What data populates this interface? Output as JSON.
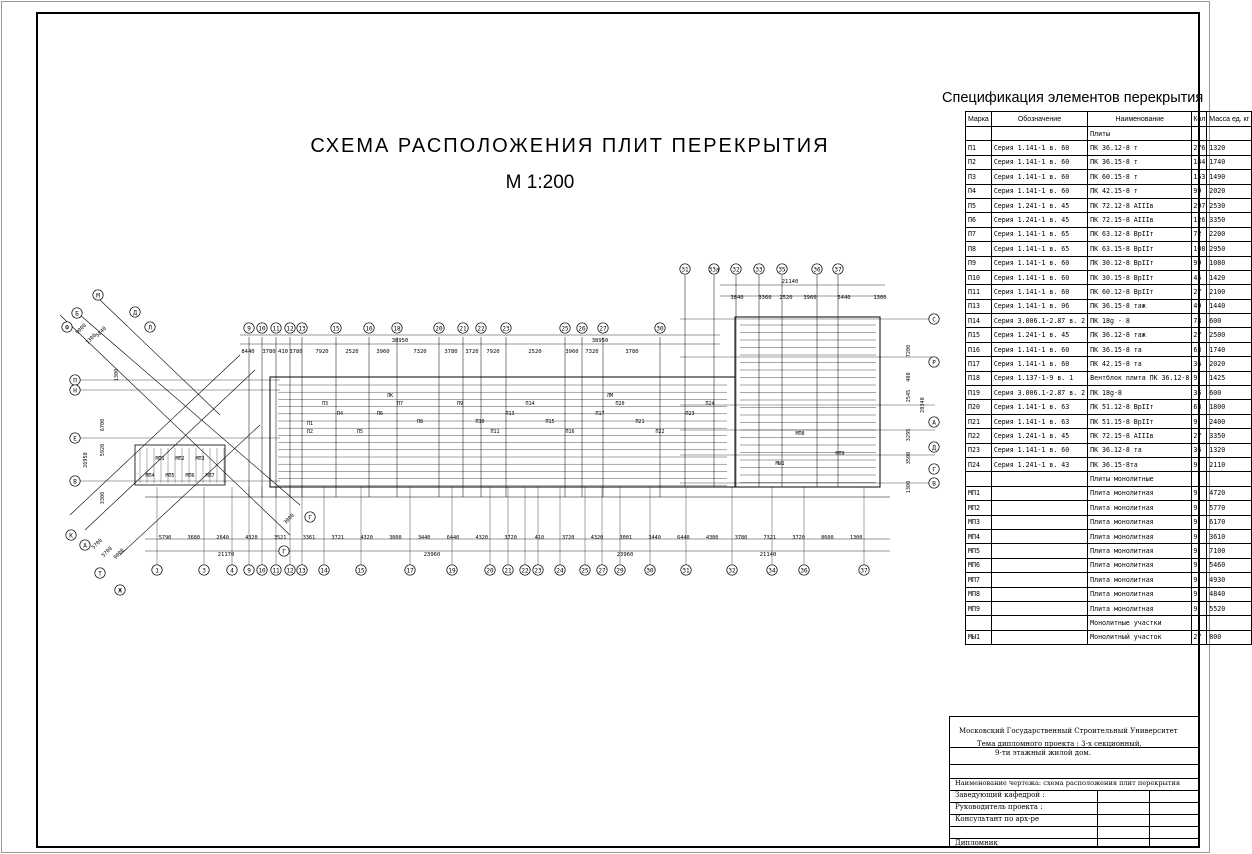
{
  "title": "СХЕМА  РАСПОЛОЖЕНИЯ  ПЛИТ  ПЕРЕКРЫТИЯ",
  "scale": "М 1:200",
  "spec": {
    "title": "Спецификация элементов перекрытия",
    "headers": [
      "Марка",
      "Обозначение",
      "Наименование",
      "Кол",
      "Масса ед. кг"
    ],
    "section_plates": "Плиты",
    "section_monolith_plates": "Плиты монолитные",
    "section_monolith_sections": "Монолитные участки",
    "rows": [
      [
        "П1",
        "Серия 1.141-1 в. 60",
        "ПК 36.12-8 т",
        "276",
        "1320"
      ],
      [
        "П2",
        "Серия 1.141-1 в. 60",
        "ПК 36.15-8 т",
        "144",
        "1740"
      ],
      [
        "П3",
        "Серия 1.141-1 в. 60",
        "ПК 60.15-8 т",
        "153",
        "1490"
      ],
      [
        "П4",
        "Серия 1.141-1 в. 60",
        "ПК 42.15-8 т",
        "99",
        "2020"
      ],
      [
        "П5",
        "Серия 1.241-1 в. 45",
        "ПК 72.12-8 АIIIв",
        "297",
        "2530"
      ],
      [
        "П6",
        "Серия 1.241-1 в. 45",
        "ПК 72.15-8 АIIIв",
        "126",
        "3350"
      ],
      [
        "П7",
        "Серия 1.141-1 в. 65",
        "ПК 63.12-8 ВрIIт",
        "72",
        "2200"
      ],
      [
        "П8",
        "Серия 1.141-1 в. 65",
        "ПК 63.15-8 ВрIIт",
        "108",
        "2950"
      ],
      [
        "П9",
        "Серия 1.141-1 в. 60",
        "ПК 30.12-8 ВрIIт",
        "99",
        "1080"
      ],
      [
        "П10",
        "Серия 1.141-1 в. 60",
        "ПК 30.15-8 ВрIIт",
        "45",
        "1420"
      ],
      [
        "П11",
        "Серия 1.141-1 в. 60",
        "ПК 60.12-8 ВрIIт",
        "27",
        "2100"
      ],
      [
        "П13",
        "Серия 1.141-1 в. 06",
        "ПК 36.15-8 таж",
        "49",
        "1440"
      ],
      [
        "П14",
        "Серия 3.006.1-2.87 в. 2",
        "ПК 18g - 8",
        "78",
        "600"
      ],
      [
        "П15",
        "Серия 1.241-1 в. 45",
        "ПК 36.12-8 таж",
        "27",
        "2500"
      ],
      [
        "П16",
        "Серия 1.141-1 в. 60",
        "ПК 36.15-8 та",
        "63",
        "1740"
      ],
      [
        "П17",
        "Серия 1.141-1 в. 60",
        "ПК 42.15-8 та",
        "36",
        "2020"
      ],
      [
        "П18",
        "Серия 1.137-1-9 в. 1",
        "Вентблок плита ПК 36.12-8",
        "9",
        "1425"
      ],
      [
        "П19",
        "Серия 3.006.1-2.87 в. 2",
        "ПК 18g-8",
        "35",
        "600"
      ],
      [
        "П20",
        "Серия 1.141-1 в. 63",
        "ПК 51.12-8 ВрIIт",
        "63",
        "1800"
      ],
      [
        "П21",
        "Серия 1.141-1 в. 63",
        "ПК 51.15-8 ВрIIт",
        "9",
        "2400"
      ],
      [
        "П22",
        "Серия 1.241-1 в. 45",
        "ПК 72.15-8 АIIIв",
        "27",
        "3350"
      ],
      [
        "П23",
        "Серия 1.141-1 в. 60",
        "ПК 36.12-8 та",
        "36",
        "1320"
      ],
      [
        "П24",
        "Серия 1.241-1 в. 43",
        "ПК 36.15-8та",
        "9",
        "2110"
      ]
    ],
    "monolith_rows": [
      [
        "МП1",
        "",
        "Плита монолитная",
        "9",
        "4720"
      ],
      [
        "МП2",
        "",
        "Плита монолитная",
        "9",
        "5770"
      ],
      [
        "МП3",
        "",
        "Плита монолитная",
        "9",
        "6170"
      ],
      [
        "МП4",
        "",
        "Плита монолитная",
        "9",
        "3610"
      ],
      [
        "МП5",
        "",
        "Плита монолитная",
        "9",
        "7100"
      ],
      [
        "МП6",
        "",
        "Плита монолитная",
        "9",
        "5460"
      ],
      [
        "МП7",
        "",
        "Плита монолитная",
        "9",
        "4930"
      ],
      [
        "МП8",
        "",
        "Плита монолитная",
        "9",
        "4840"
      ],
      [
        "МП9",
        "",
        "Плита монолитная",
        "9",
        "5520"
      ]
    ],
    "monolith_section_row": [
      "МЫ1",
      "",
      "Монолитный участок",
      "27",
      "800"
    ]
  },
  "stamp": {
    "university": "Московский Государственный Строительный Университет",
    "project_line1": "Тема дипломного проекта : 3-х секционный,",
    "project_line2": "9-ти этажный жилой дом.",
    "drawing_name": "Наименование чертежа: схема расположения плит перекрытия",
    "row1": "Заведующий кафедрой :",
    "row2": "Руководитель проекта :",
    "row3": "Консультант по арх-ре",
    "row4": "Дипломник"
  },
  "axes": {
    "bottom": [
      "1",
      "3",
      "4",
      "9",
      "10",
      "11",
      "12",
      "13",
      "14",
      "15",
      "17",
      "19",
      "20",
      "21",
      "22",
      "23",
      "24",
      "25",
      "27",
      "29",
      "30",
      "31",
      "32",
      "34",
      "36",
      "37"
    ],
    "top_main": [
      "9",
      "10",
      "11",
      "12",
      "13",
      "15",
      "16",
      "18",
      "20",
      "21",
      "22",
      "23",
      "25",
      "26",
      "27",
      "30"
    ],
    "top_right": [
      "31",
      "33a",
      "32",
      "33",
      "35",
      "36",
      "37"
    ],
    "right": [
      "С",
      "Р",
      "А",
      "Д",
      "Г",
      "В"
    ],
    "left": [
      "П",
      "Н",
      "Е",
      "В"
    ],
    "diagonal": [
      "М",
      "Б",
      "Ф",
      "Д",
      "Л",
      "К",
      "А",
      "Т",
      "Ж",
      "Г",
      "Г"
    ]
  },
  "dims": {
    "top": [
      "8440",
      "3780",
      "410",
      "3780",
      "7920",
      "2520",
      "3960",
      "7320",
      "3780",
      "3720",
      "7920",
      "2520",
      "3960",
      "7320",
      "3780"
    ],
    "overall_top": "38950",
    "overall_top2": "38950",
    "top_right": [
      "21140",
      "3840",
      "3360",
      "2520",
      "3960",
      "5440",
      "1300"
    ],
    "bottom": [
      "5790",
      "3680",
      "2640",
      "4320",
      "3521",
      "3361",
      "3721",
      "4320",
      "3000",
      "3440",
      "6440",
      "4320",
      "3720",
      "410",
      "3720",
      "4320",
      "3001",
      "3440",
      "6440",
      "4380",
      "3780",
      "7321",
      "3720",
      "8600",
      "1300"
    ],
    "overall_bottom": [
      "21170",
      "23960",
      "23960",
      "21140"
    ],
    "right": [
      "7200",
      "400",
      "2545",
      "3295",
      "3500",
      "1300",
      "28340"
    ],
    "left": [
      "1300",
      "6700",
      "26950",
      "5920",
      "3300"
    ],
    "diag": [
      "9000",
      "1300",
      "5840",
      "5700",
      "5700",
      "9000",
      "3000"
    ]
  },
  "marks": [
    "П1",
    "П2",
    "П3",
    "П4",
    "П5",
    "П6",
    "П7",
    "П8",
    "П9",
    "П10",
    "П11",
    "П13",
    "П14",
    "П15",
    "П16",
    "П17",
    "П20",
    "П21",
    "П22",
    "П23",
    "П24",
    "МП1",
    "МП2",
    "МП3",
    "МП4",
    "МП5",
    "МП6",
    "МП7",
    "МП8",
    "МП9",
    "ЛК",
    "ЛМ",
    "МЫ1"
  ]
}
